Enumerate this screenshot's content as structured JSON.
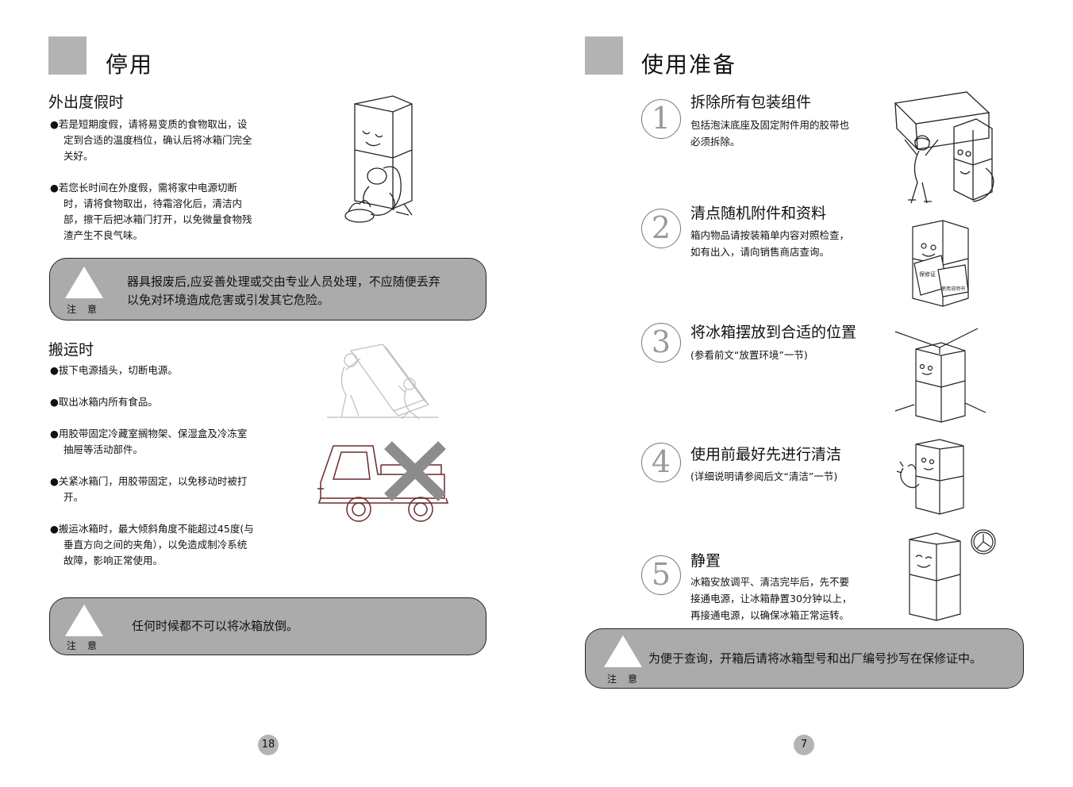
{
  "left_page": {
    "title": "停用",
    "vacation": {
      "heading": "外出度假时",
      "bullets": [
        [
          "●若是短期度假，请将易变质的食物取出，设",
          "定到合适的温度档位，确认后将冰箱门完全",
          "关好。"
        ],
        [
          "●若您长时间在外度假，需将家中电源切断",
          "时，请将食物取出，待霜溶化后，清洁内",
          "部，擦干后把冰箱门打开，以免微量食物残",
          "渣产生不良气味。"
        ]
      ]
    },
    "note1": {
      "label": "注意",
      "lines": [
        "器具报废后,应妥善处理或交由专业人员处理，不应随便丢弃",
        "以免对环境造成危害或引发其它危险。"
      ]
    },
    "transport": {
      "heading": "搬运时",
      "bullets": [
        [
          "●拔下电源插头，切断电源。"
        ],
        [
          "●取出冰箱内所有食品。"
        ],
        [
          "●用胶带固定冷藏室搁物架、保湿盒及冷冻室",
          "抽屉等活动部件。"
        ],
        [
          "●关紧冰箱门，用胶带固定，以免移动时被打",
          "开。"
        ],
        [
          "●搬运冰箱时，最大倾斜角度不能超过45度(与",
          "垂直方向之间的夹角），以免造成制冷系统",
          "故障，影响正常使用。"
        ]
      ]
    },
    "note2": {
      "label": "注意",
      "lines": [
        "任何时候都不可以将冰箱放倒。"
      ]
    },
    "page_number": "18"
  },
  "right_page": {
    "title": "使用准备",
    "steps": [
      {
        "num": "1",
        "title": "拆除所有包装组件",
        "lines": [
          "包括泡沫底座及固定附件用的胶带也",
          "必须拆除。"
        ]
      },
      {
        "num": "2",
        "title": "清点随机附件和资料",
        "lines": [
          "箱内物品请按装箱单内容对照检查，",
          "如有出入，请向销售商店查询。"
        ]
      },
      {
        "num": "3",
        "title": "将冰箱摆放到合适的位置",
        "lines": [
          "(参看前文“放置环境”一节)"
        ]
      },
      {
        "num": "4",
        "title": "使用前最好先进行清洁",
        "lines": [
          "(详细说明请参阅后文“清洁”一节)"
        ]
      },
      {
        "num": "5",
        "title": "静置",
        "lines": [
          "冰箱安放调平、清洁完毕后，先不要",
          "接通电源，让冰箱静置30分钟以上，",
          "再接通电源，以确保冰箱正常运转。"
        ]
      }
    ],
    "doc_labels": [
      "保修证",
      "使用说明书"
    ],
    "note": {
      "label": "注意",
      "lines": [
        "为便于查询，开箱后请将冰箱型号和出厂编号抄写在保修证中。"
      ]
    },
    "page_number": "7"
  }
}
